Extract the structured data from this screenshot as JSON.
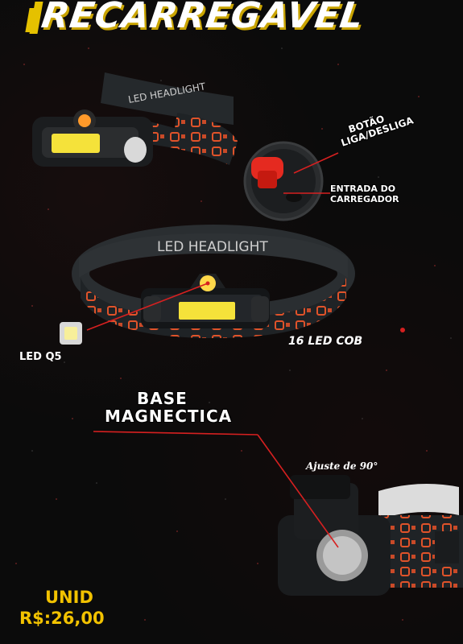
{
  "header": {
    "title": "RECARREGAVEL"
  },
  "callouts": {
    "button_line1": "BOTÃO",
    "button_line2": "LIGA/DESLIGA",
    "charger_line1": "ENTRADA DO",
    "charger_line2": "CARREGADOR",
    "led_q5": "LED Q5",
    "led_cob": "16 LED COB",
    "base_line1": "BASE",
    "base_line2": "MAGNECTICA",
    "adjust": "Ajuste de 90°"
  },
  "product": {
    "band_text": "LED HEADLIGHT"
  },
  "pricing": {
    "unit_label": "UNID",
    "price": "R$:26,00"
  },
  "colors": {
    "accent": "#f2c200",
    "lamp": "#f5e23a",
    "band": "#1f2326",
    "pattern": "#e0532a",
    "callout_line": "#d62020"
  }
}
